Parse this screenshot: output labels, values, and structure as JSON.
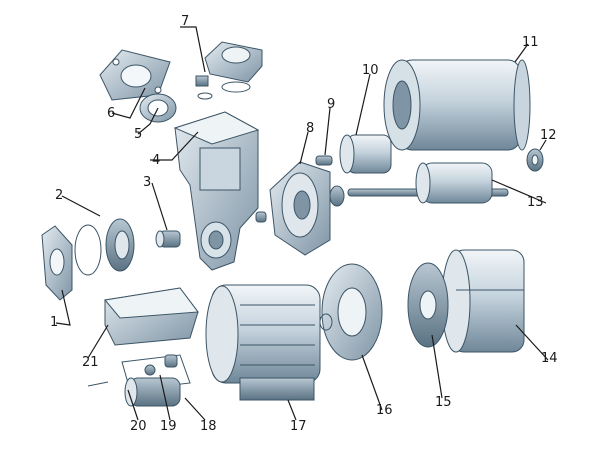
{
  "parts": [
    {
      "n": "1"
    },
    {
      "n": "2"
    },
    {
      "n": "3"
    },
    {
      "n": "4"
    },
    {
      "n": "5"
    },
    {
      "n": "6"
    },
    {
      "n": "7"
    },
    {
      "n": "8"
    },
    {
      "n": "9"
    },
    {
      "n": "10"
    },
    {
      "n": "11"
    },
    {
      "n": "12"
    },
    {
      "n": "13"
    },
    {
      "n": "14"
    },
    {
      "n": "15"
    },
    {
      "n": "16"
    },
    {
      "n": "17"
    },
    {
      "n": "18"
    },
    {
      "n": "19"
    },
    {
      "n": "20"
    },
    {
      "n": "21"
    }
  ],
  "colors": {
    "metal_light": "#e6ecf1",
    "metal_mid": "#aebfcc",
    "metal_dark": "#6f8799",
    "outline": "#3c5566",
    "callout": "#1a1a1a"
  }
}
